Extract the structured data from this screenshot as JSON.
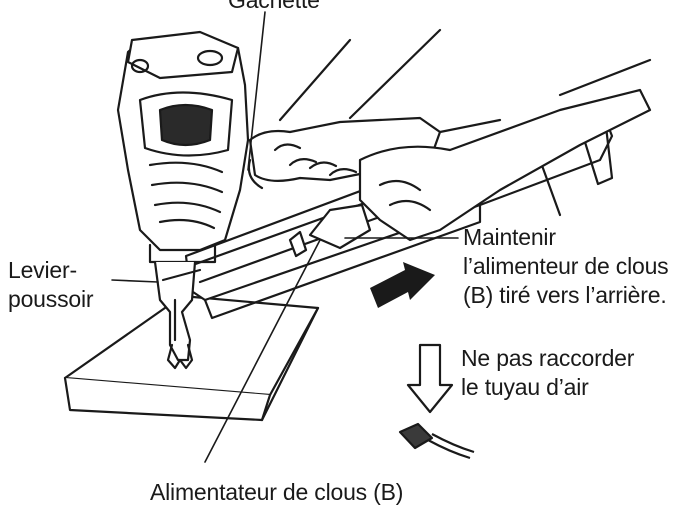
{
  "labels": {
    "gachette": "Gâchette",
    "levier_poussoir": [
      "Levier-",
      "poussoir"
    ],
    "maintenir": [
      "Maintenir",
      "l’alimenteur de clous",
      "(B) tiré vers l’arrière."
    ],
    "ne_pas_raccorder": [
      "Ne pas raccorder",
      "le tuyau d’air"
    ],
    "alimentateur": "Alimentateur de clous (B)"
  }
}
